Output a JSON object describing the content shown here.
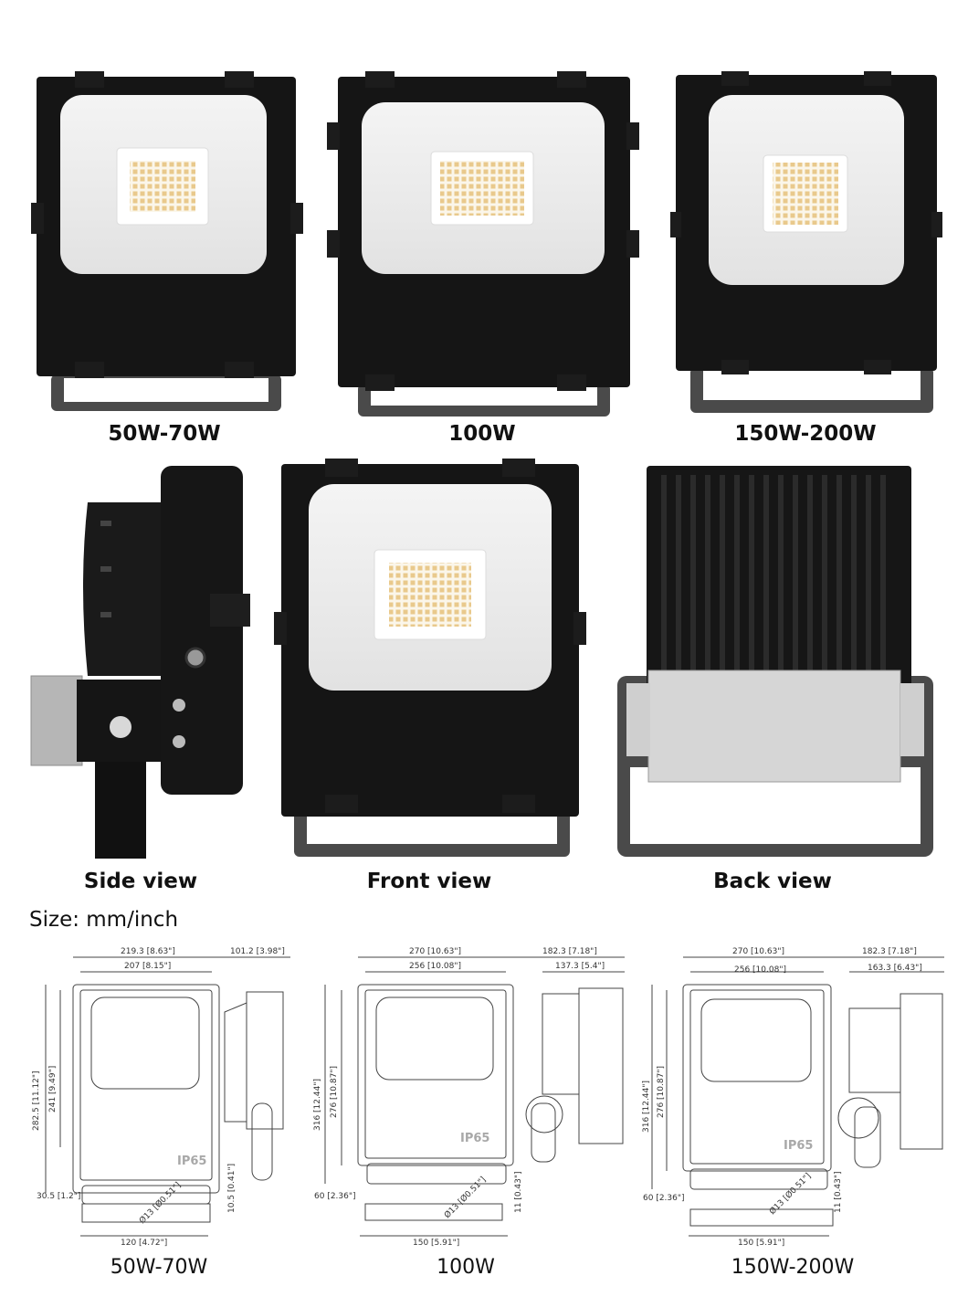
{
  "top_row": {
    "captions": [
      "50W-70W",
      "100W",
      "150W-200W"
    ]
  },
  "middle_row": {
    "captions": [
      "Side view",
      "Front view",
      "Back view"
    ]
  },
  "size_label": "Size: mm/inch",
  "drawings": [
    {
      "width_outer": "219.3 [8.63\"]",
      "width_inner": "207 [8.15\"]",
      "depth_outer": "101.2 [3.98\"]",
      "depth_inner": "",
      "height_outer": "282.5 [11.12\"]",
      "height_inner": "241 [9.49\"]",
      "ip_mark": "IP65",
      "hole": "Ø13 [Ø0.51\"]",
      "bracket_offset": "30.5 [1.2\"]",
      "bracket_thickness": "10.5 [0.41\"]",
      "bracket_span": "120 [4.72\"]"
    },
    {
      "width_outer": "270 [10.63\"]",
      "width_inner": "256 [10.08\"]",
      "depth_outer": "182.3 [7.18\"]",
      "depth_inner": "137.3 [5.4\"]",
      "height_outer": "316 [12.44\"]",
      "height_inner": "276 [10.87\"]",
      "ip_mark": "IP65",
      "hole": "Ø13 [Ø0.51\"]",
      "bracket_offset": "60 [2.36\"]",
      "bracket_thickness": "11 [0.43\"]",
      "bracket_span": "150 [5.91\"]"
    },
    {
      "width_outer": "270 [10.63\"]",
      "width_inner": "256 [10.08\"]",
      "depth_outer": "182.3 [7.18\"]",
      "depth_inner": "163.3 [6.43\"]",
      "height_outer": "316 [12.44\"]",
      "height_inner": "276 [10.87\"]",
      "ip_mark": "IP65",
      "hole": "Ø13 [Ø0.51\"]",
      "bracket_offset": "60 [2.36\"]",
      "bracket_thickness": "11 [0.43\"]",
      "bracket_span": "150 [5.91\"]"
    }
  ],
  "bottom_row": {
    "captions": [
      "50W-70W",
      "100W",
      "150W-200W"
    ]
  }
}
